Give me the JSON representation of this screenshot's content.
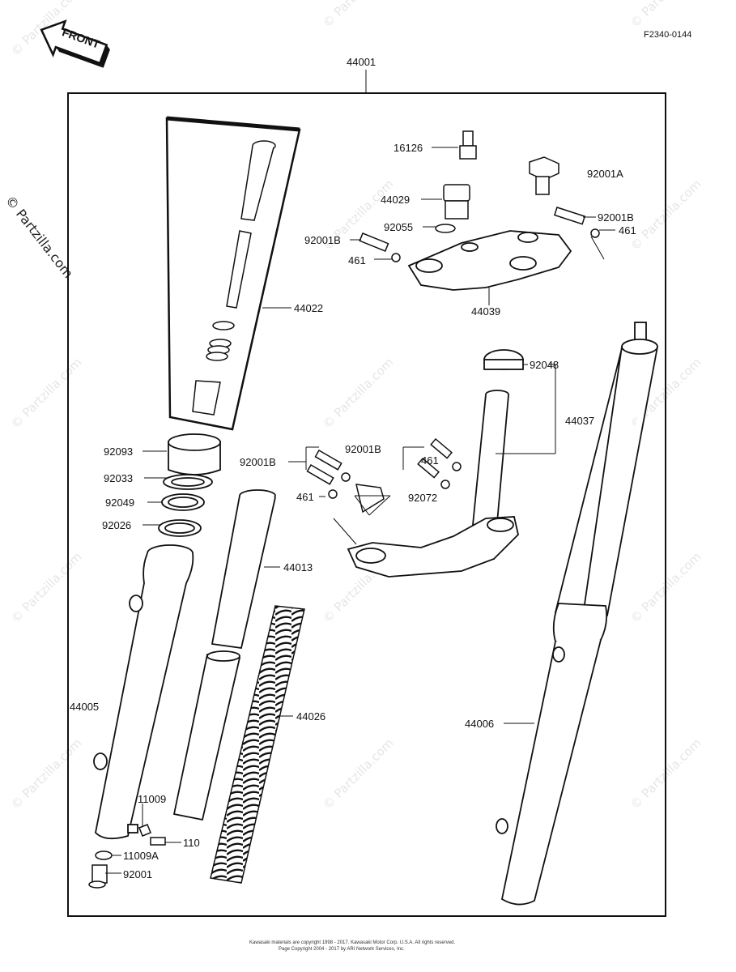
{
  "diagram_code": "F2340-0144",
  "front_label": "FRONT",
  "watermark": "© Partzilla.com",
  "copyright_lines": [
    "Kawasaki materials are copyright 1998 - 2017. Kawasaki Motor Corp. U.S.A. All rights reserved.",
    "Page Copyright 2004 - 2017 by ARI Network Services, Inc."
  ],
  "parts": {
    "p44001": "44001",
    "p16126": "16126",
    "p92001A": "92001A",
    "p44029": "44029",
    "p92001B_top_right": "92001B",
    "p92055": "92055",
    "p461_top_right": "461",
    "p92001B_top_left": "92001B",
    "p461_top_left": "461",
    "p44039": "44039",
    "p44022": "44022",
    "p92048": "92048",
    "p44037": "44037",
    "p92093": "92093",
    "p92001B_mid_left": "92001B",
    "p92001B_mid_right": "92001B",
    "p92033": "92033",
    "p461_mid_left": "461",
    "p461_mid_right": "461",
    "p92072": "92072",
    "p92049": "92049",
    "p92026": "92026",
    "p44013": "44013",
    "p44005": "44005",
    "p44026": "44026",
    "p44006": "44006",
    "p11009": "11009",
    "p110": "110",
    "p11009A": "11009A",
    "p92001": "92001"
  }
}
